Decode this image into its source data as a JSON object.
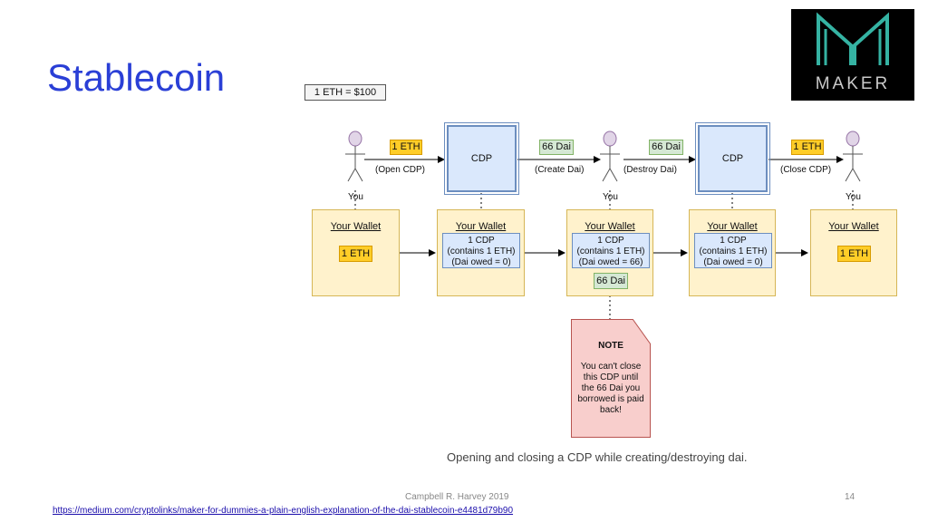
{
  "slide": {
    "title": "Stablecoin",
    "caption": "Opening and closing a CDP while creating/destroying dai.",
    "footer": "Campbell R. Harvey 2019",
    "page_number": "14",
    "url": "https://medium.com/cryptolinks/maker-for-dummies-a-plain-english-explanation-of-the-dai-stablecoin-e4481d79b90"
  },
  "logo": {
    "text": "MAKER"
  },
  "diagram": {
    "price_label": "1 ETH = $100",
    "you_label": "You",
    "cdp_label": "CDP",
    "edges": {
      "open": "(Open CDP)",
      "create": "(Create Dai)",
      "destroy": "(Destroy Dai)",
      "close": "(Close CDP)"
    },
    "tags": {
      "eth": "1 ETH",
      "dai": "66 Dai"
    },
    "wallet_title": "Your Wallet",
    "cdp_states": {
      "initial": [
        "1 CDP",
        "(contains 1 ETH)",
        "(Dai owed = 0)"
      ],
      "borrowed": [
        "1 CDP",
        "(contains 1 ETH)",
        "(Dai owed = 66)"
      ]
    },
    "note": {
      "heading": "NOTE",
      "text": "You can't close this CDP until the 66 Dai you borrowed is paid back!"
    }
  },
  "colors": {
    "title": "#2a3fd6",
    "wallet_fill": "#fff2cc",
    "cdp_fill": "#dae8fc",
    "eth_tag": "#ffcd28",
    "dai_tag": "#d5e8d4",
    "note_fill": "#f8cecc"
  }
}
